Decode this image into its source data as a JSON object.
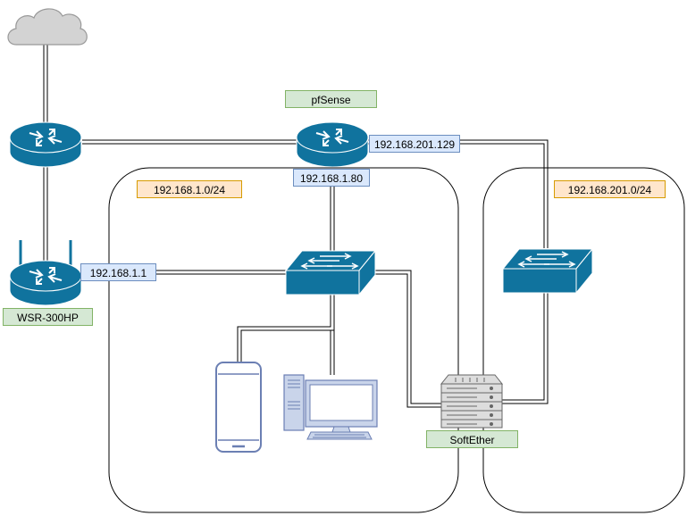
{
  "labels": {
    "pfsense": "pfSense",
    "wsr": "WSR-300HP",
    "softether": "SoftEther",
    "ip_pf_wan": "192.168.201.129",
    "ip_pf_lan": "192.168.1.80",
    "ip_wsr": "192.168.1.1",
    "subnet_lan": "192.168.1.0/24",
    "subnet_vpn": "192.168.201.0/24"
  },
  "colors": {
    "device_fill": "#10739e",
    "device_stroke": "#ffffff",
    "cloud_fill": "#d3d3d3",
    "cloud_stroke": "#999999",
    "zone_stroke": "#000000",
    "link": "#000000",
    "server_fill": "#dddddd",
    "server_stroke": "#666666",
    "terminal_fill": "#ffffff",
    "terminal_stroke": "#6b7fb3",
    "pc_fill": "#c9d4ea",
    "pc_stroke": "#6b7fb3"
  },
  "icons": {
    "cloud": "cloud-icon",
    "router": "router-icon",
    "wireless_router": "wireless-router-icon",
    "switch": "switch-icon",
    "server": "server-icon",
    "phone": "smartphone-icon",
    "pc": "desktop-pc-icon"
  }
}
